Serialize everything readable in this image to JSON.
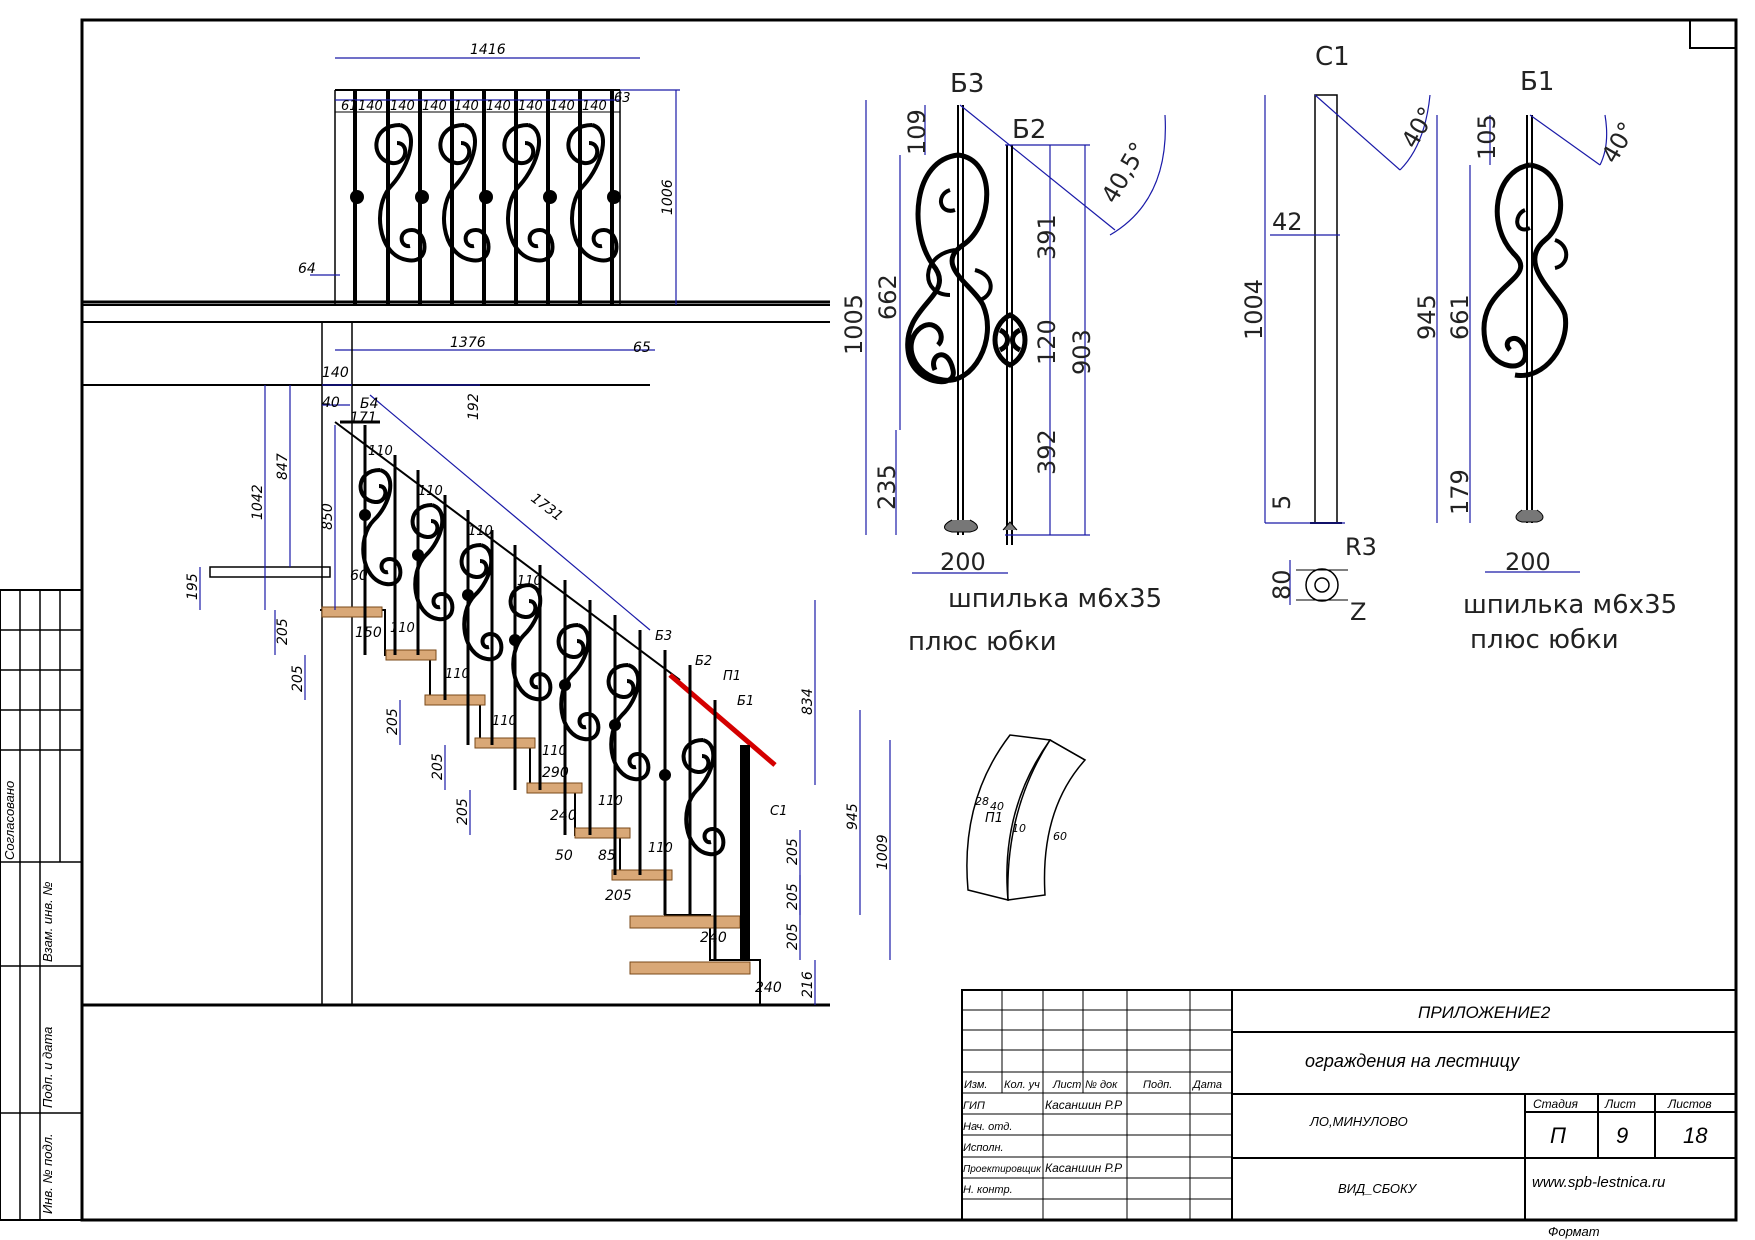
{
  "top_view": {
    "overall_width": "1416",
    "spacings": [
      "61",
      "140",
      "140",
      "140",
      "140",
      "140",
      "140",
      "140",
      "140",
      "63"
    ],
    "height": "1006",
    "left_offset": "64",
    "base_width": "1376",
    "right_offset": "65"
  },
  "side_view": {
    "dims_vertical_left": [
      "1042",
      "847",
      "850",
      "195",
      "205",
      "205",
      "205",
      "205",
      "205"
    ],
    "dims_top": [
      "140",
      "40",
      "171",
      "192"
    ],
    "label_b4": "Б4",
    "handrail_len": "1731",
    "baluster_spacing": [
      "110",
      "110",
      "110",
      "110",
      "110",
      "110",
      "110",
      "110",
      "110",
      "110"
    ],
    "dims_misc": [
      "60",
      "150",
      "290",
      "240",
      "50",
      "85",
      "205",
      "240",
      "240"
    ],
    "labels": [
      "Б3",
      "Б2",
      "П1",
      "Б1",
      "С1"
    ],
    "dims_right": [
      "834",
      "945",
      "1009",
      "205",
      "205",
      "205",
      "216"
    ]
  },
  "part_b3": {
    "title": "Б3",
    "dims": [
      "109",
      "1005",
      "662",
      "235",
      "200"
    ],
    "angle": "40,5°"
  },
  "part_b2": {
    "title": "Б2",
    "dims": [
      "391",
      "120",
      "903",
      "392"
    ]
  },
  "part_c1": {
    "title": "С1",
    "dims": [
      "1004",
      "42",
      "5",
      "80",
      "R3",
      "Z"
    ],
    "angle": "40°"
  },
  "part_b1": {
    "title": "Б1",
    "dims": [
      "105",
      "945",
      "661",
      "179",
      "200"
    ],
    "angle": "40°"
  },
  "note_left": {
    "line1": "шпилька м6х35",
    "line2": "плюс юбки"
  },
  "note_right": {
    "line1": "шпилька м6х35",
    "line2": "плюс юбки"
  },
  "handrail_section": {
    "label": "П1",
    "dims": [
      "40",
      "28",
      "60",
      "10"
    ]
  },
  "side_stamp": {
    "agreed": "Согласовано",
    "vzam": "Взам. инв. №",
    "podp": "Подп. и дата",
    "inv": "Инв. № подл."
  },
  "title_block": {
    "appendix": "ПРИЛОЖЕНИЕ2",
    "subject": "ограждения на лестницу",
    "location": "ЛО,МИНУЛОВО",
    "view": "ВИД_СБОКУ",
    "site": "www.spb-lestnica.ru",
    "format": "Формат",
    "headers": [
      "Изм.",
      "Кол. уч",
      "Лист",
      "№ док",
      "Подп.",
      "Дата"
    ],
    "roles": [
      "ГИП",
      "Нач. отд.",
      "Исполн.",
      "Проектировщик",
      "Н. контр."
    ],
    "names": [
      "Касаншин Р.Р",
      "",
      "",
      "Касаншин Р.Р",
      ""
    ],
    "stage_label": "Стадия",
    "sheet_label": "Лист",
    "sheets_label": "Листов",
    "stage": "П",
    "sheet": "9",
    "sheets": "18"
  }
}
